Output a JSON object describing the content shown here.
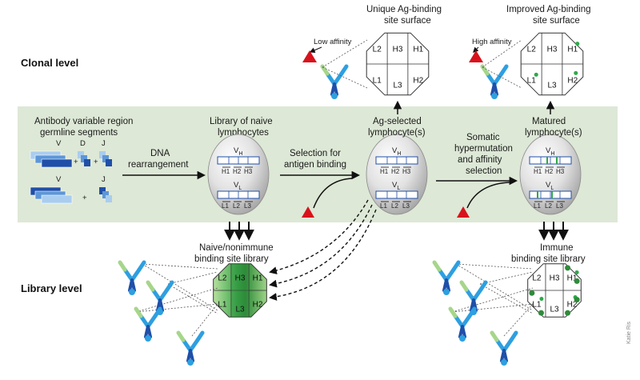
{
  "levels": {
    "clonal": "Clonal level",
    "library": "Library level"
  },
  "labels": {
    "germline": [
      "Antibody variable region",
      "germline segments"
    ],
    "dna": [
      "DNA",
      "rearrangement"
    ],
    "naive_lib": [
      "Library of naive",
      "lymphocytes"
    ],
    "selection": [
      "Selection for",
      "antigen binding"
    ],
    "ag_selected": [
      "Ag-selected",
      "lymphocyte(s)"
    ],
    "somatic": [
      "Somatic",
      "hypermutation",
      "and affinity",
      "selection"
    ],
    "matured": [
      "Matured",
      "lymphocyte(s)"
    ],
    "unique": [
      "Unique Ag-binding",
      "site surface"
    ],
    "improved": [
      "Improved Ag-binding",
      "site surface"
    ],
    "low_aff": "Low affinity",
    "high_aff": "High affinity",
    "naive_binding": [
      "Naive/nonimmune",
      "binding site library"
    ],
    "immune_binding": [
      "Immune",
      "binding site library"
    ],
    "credit": "Katie Ris"
  },
  "segments": {
    "v": "V",
    "d": "D",
    "j": "J",
    "plus": "+"
  },
  "cell": {
    "vh": "V",
    "vh_sub": "H",
    "vl": "V",
    "vl_sub": "L",
    "h": [
      "H1",
      "H2",
      "H3"
    ],
    "l": [
      "L1",
      "L2",
      "L3"
    ]
  },
  "octagon": {
    "l2": "L2",
    "h3": "H3",
    "h1": "H1",
    "l1": "L1",
    "h2": "H2",
    "l3": "L3"
  },
  "colors": {
    "band": "#dde8d6",
    "cell": "#d9d9d9",
    "antigen": "#d8121c",
    "green_dark": "#2e8b3a",
    "green_light": "#a6d68a",
    "blue_dark": "#1f4fa8",
    "blue_light": "#7fb4e6",
    "antibody": "#2e9fe0"
  }
}
